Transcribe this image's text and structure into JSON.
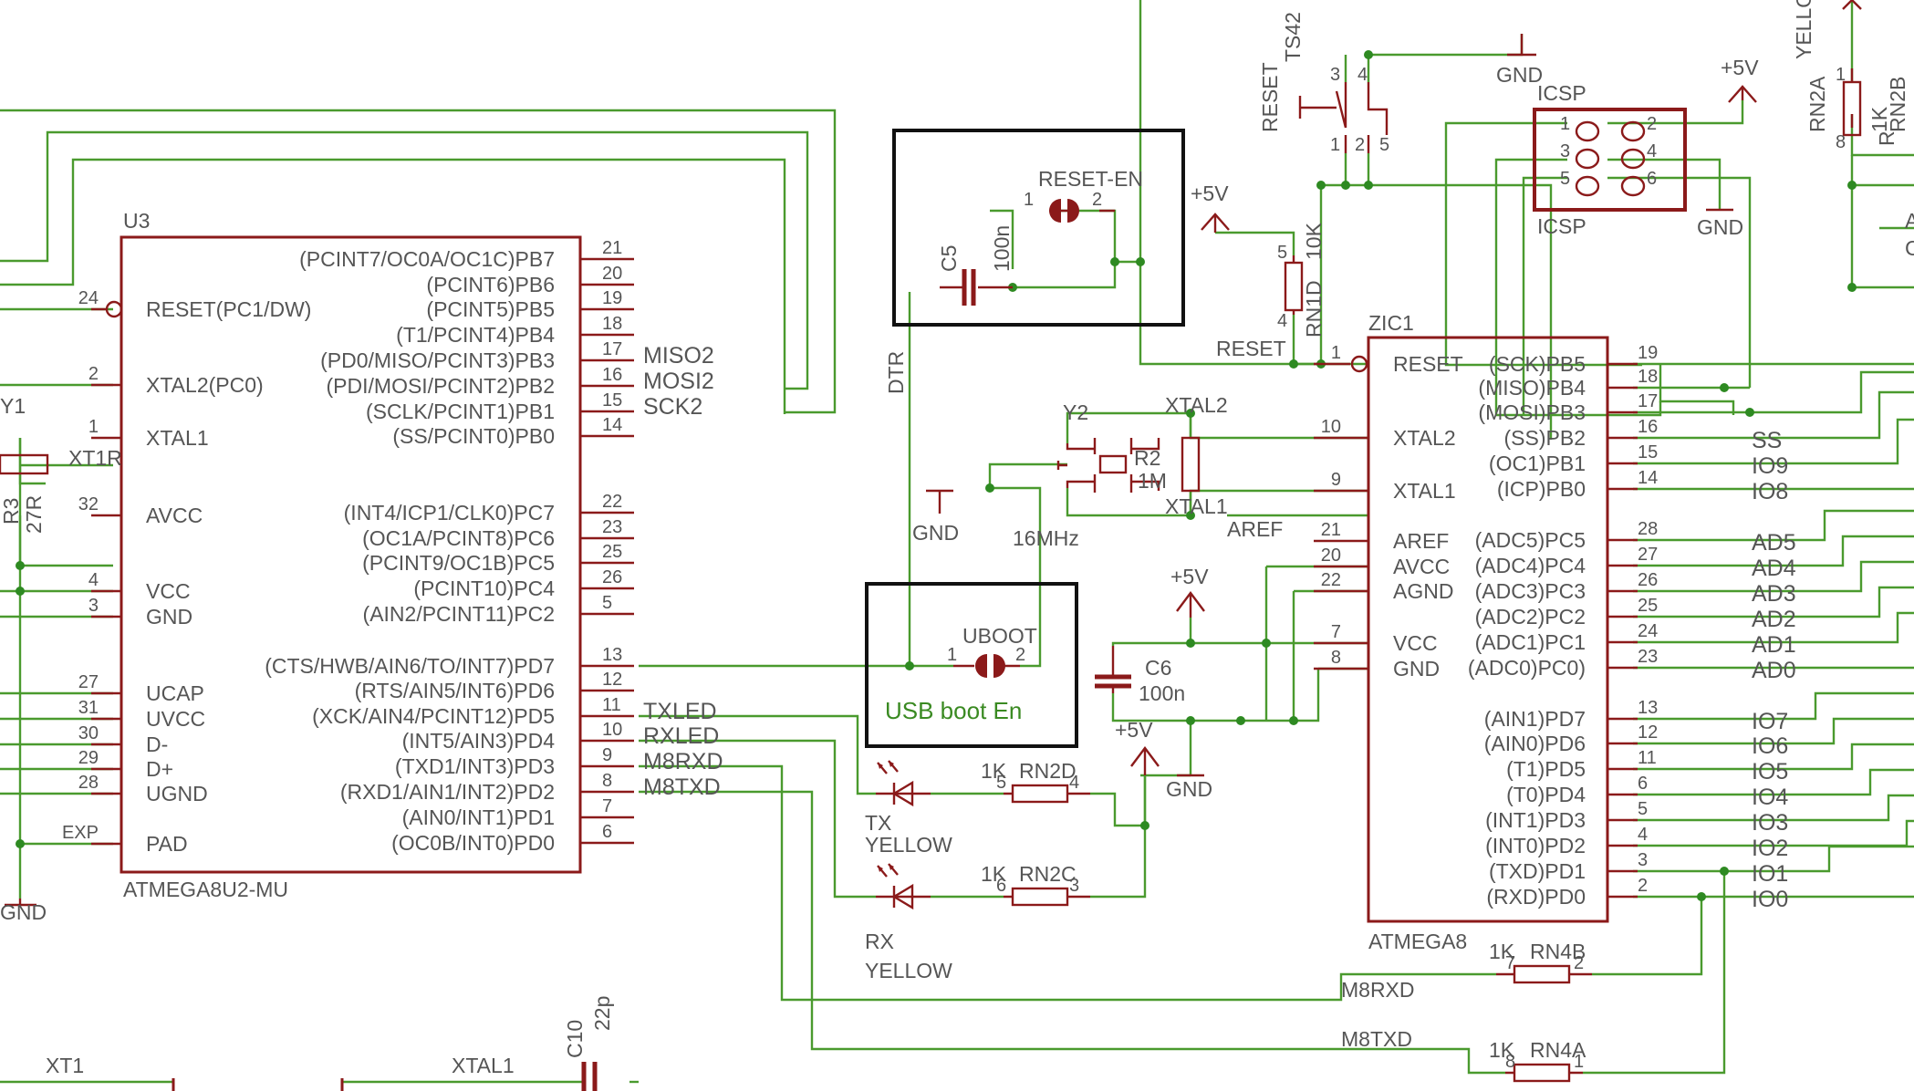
{
  "u3": {
    "ref": "U3",
    "part": "ATMEGA8U2-MU",
    "left_pins": [
      {
        "num": "24",
        "name": "RESET(PC1/DW)"
      },
      {
        "num": "2",
        "name": "XTAL2(PC0)"
      },
      {
        "num": "1",
        "name": "XTAL1"
      },
      {
        "num": "32",
        "name": "AVCC"
      },
      {
        "num": "4",
        "name": "VCC"
      },
      {
        "num": "3",
        "name": "GND"
      },
      {
        "num": "27",
        "name": "UCAP"
      },
      {
        "num": "31",
        "name": "UVCC"
      },
      {
        "num": "30",
        "name": "D-"
      },
      {
        "num": "29",
        "name": "D+"
      },
      {
        "num": "28",
        "name": "UGND"
      },
      {
        "num": "EXP",
        "name": "PAD"
      }
    ],
    "right_pins": [
      {
        "num": "21",
        "name": "(PCINT7/OC0A/OC1C)PB7",
        "net": ""
      },
      {
        "num": "20",
        "name": "(PCINT6)PB6",
        "net": ""
      },
      {
        "num": "19",
        "name": "(PCINT5)PB5",
        "net": ""
      },
      {
        "num": "18",
        "name": "(T1/PCINT4)PB4",
        "net": ""
      },
      {
        "num": "17",
        "name": "(PD0/MISO/PCINT3)PB3",
        "net": "MISO2"
      },
      {
        "num": "16",
        "name": "(PDI/MOSI/PCINT2)PB2",
        "net": "MOSI2"
      },
      {
        "num": "15",
        "name": "(SCLK/PCINT1)PB1",
        "net": "SCK2"
      },
      {
        "num": "14",
        "name": "(SS/PCINT0)PB0",
        "net": ""
      },
      {
        "num": "22",
        "name": "(INT4/ICP1/CLK0)PC7",
        "net": ""
      },
      {
        "num": "23",
        "name": "(OC1A/PCINT8)PC6",
        "net": ""
      },
      {
        "num": "25",
        "name": "(PCINT9/OC1B)PC5",
        "net": ""
      },
      {
        "num": "26",
        "name": "(PCINT10)PC4",
        "net": ""
      },
      {
        "num": "5",
        "name": "(AIN2/PCINT11)PC2",
        "net": ""
      },
      {
        "num": "13",
        "name": "(CTS/HWB/AIN6/TO/INT7)PD7",
        "net": ""
      },
      {
        "num": "12",
        "name": "(RTS/AIN5/INT6)PD6",
        "net": ""
      },
      {
        "num": "11",
        "name": "(XCK/AIN4/PCINT12)PD5",
        "net": "TXLED"
      },
      {
        "num": "10",
        "name": "(INT5/AIN3)PD4",
        "net": "RXLED"
      },
      {
        "num": "9",
        "name": "(TXD1/INT3)PD3",
        "net": "M8RXD"
      },
      {
        "num": "8",
        "name": "(RXD1/AIN1/INT2)PD2",
        "net": "M8TXD"
      },
      {
        "num": "7",
        "name": "(AIN0/INT1)PD1",
        "net": ""
      },
      {
        "num": "6",
        "name": "(OC0B/INT0)PD0",
        "net": ""
      }
    ]
  },
  "zic1": {
    "ref": "ZIC1",
    "part": "ATMEGA8",
    "left_pins": [
      {
        "num": "1",
        "name": "RESET"
      },
      {
        "num": "10",
        "name": "XTAL2"
      },
      {
        "num": "9",
        "name": "XTAL1"
      },
      {
        "num": "21",
        "name": "AREF"
      },
      {
        "num": "20",
        "name": "AVCC"
      },
      {
        "num": "22",
        "name": "AGND"
      },
      {
        "num": "7",
        "name": "VCC"
      },
      {
        "num": "8",
        "name": "GND"
      }
    ],
    "right_pins": [
      {
        "num": "19",
        "name": "(SCK)PB5",
        "net": ""
      },
      {
        "num": "18",
        "name": "(MISO)PB4",
        "net": ""
      },
      {
        "num": "17",
        "name": "(MOSI)PB3",
        "net": ""
      },
      {
        "num": "16",
        "name": "(SS)PB2",
        "net": "SS"
      },
      {
        "num": "15",
        "name": "(OC1)PB1",
        "net": "IO9"
      },
      {
        "num": "14",
        "name": "(ICP)PB0",
        "net": "IO8"
      },
      {
        "num": "28",
        "name": "(ADC5)PC5",
        "net": "AD5"
      },
      {
        "num": "27",
        "name": "(ADC4)PC4",
        "net": "AD4"
      },
      {
        "num": "26",
        "name": "(ADC3)PC3",
        "net": "AD3"
      },
      {
        "num": "25",
        "name": "(ADC2)PC2",
        "net": "AD2"
      },
      {
        "num": "24",
        "name": "(ADC1)PC1",
        "net": "AD1"
      },
      {
        "num": "23",
        "name": "(ADC0)PC0)",
        "net": "AD0"
      },
      {
        "num": "13",
        "name": "(AIN1)PD7",
        "net": "IO7"
      },
      {
        "num": "12",
        "name": "(AIN0)PD6",
        "net": "IO6"
      },
      {
        "num": "11",
        "name": "(T1)PD5",
        "net": "IO5"
      },
      {
        "num": "6",
        "name": "(T0)PD4",
        "net": "IO4"
      },
      {
        "num": "5",
        "name": "(INT1)PD3",
        "net": "IO3"
      },
      {
        "num": "4",
        "name": "(INT0)PD2",
        "net": "IO2"
      },
      {
        "num": "3",
        "name": "(TXD)PD1",
        "net": "IO1"
      },
      {
        "num": "2",
        "name": "(RXD)PD0",
        "net": "IO0"
      }
    ]
  },
  "labels": {
    "reset_en": "RESET-EN",
    "c5": "C5",
    "c5_val": "100n",
    "dtr": "DTR",
    "y1": "Y1",
    "xt1r": "XT1R",
    "r3": "R3",
    "r3_val": "27R",
    "gnd": "GND",
    "plus5v": "+5V",
    "rn1d": "RN1D",
    "rn1d_val": "10K",
    "reset_net": "RESET",
    "y2": "Y2",
    "r2": "R2",
    "r2_val": "1M",
    "xtal2": "XTAL2",
    "xtal1": "XTAL1",
    "aref": "AREF",
    "freq": "16MHz",
    "uboot": "UBOOT",
    "usb_boot_en": "USB boot En",
    "c6": "C6",
    "c6_val": "100n",
    "rn2d": "RN2D",
    "rn2c": "RN2C",
    "rn4b": "RN4B",
    "rn4a": "RN4A",
    "rn2a": "RN2A",
    "rn2b": "RN2B",
    "k1": "1K",
    "tx": "TX",
    "rx": "RX",
    "yellow": "YELLOW",
    "yellow_cut": "YELLO",
    "m8rxd": "M8RXD",
    "m8txd": "M8TXD",
    "reset_sw": "RESET",
    "ts42": "TS42",
    "icsp": "ICSP",
    "c10": "C10",
    "c10_val": "22p",
    "xt1": "XT1",
    "xtal1_net": "XTAL1",
    "r2b_partial": "R",
    "edge_a": "A",
    "edge_c": "C"
  }
}
